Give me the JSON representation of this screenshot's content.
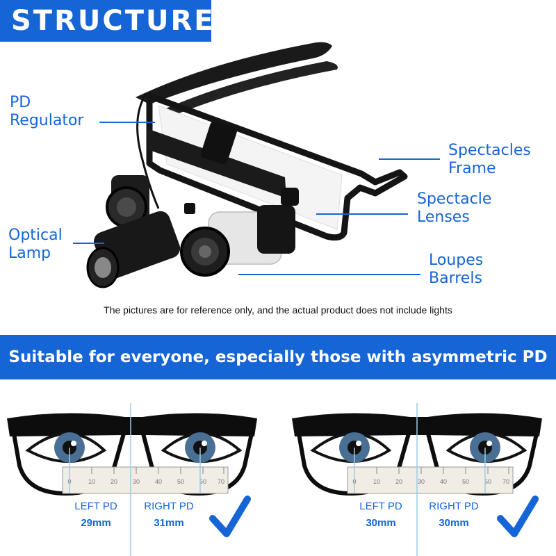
{
  "header": {
    "title": "STRUCTURE"
  },
  "callouts": {
    "pd_regulator": "PD\nRegulator",
    "optical_lamp": "Optical\nLamp",
    "spectacles_frame": "Spectacles\nFrame",
    "spectacle_lenses": "Spectacle\nLenses",
    "loupes_barrels": "Loupes\nBarrels"
  },
  "disclaimer": "The pictures are for reference only, and the actual product does not include lights",
  "banner": "Suitable for everyone, especially those with asymmetric PD",
  "ruler_ticks": [
    "0",
    "10",
    "20",
    "30",
    "40",
    "50",
    "60",
    "70"
  ],
  "comparisons": [
    {
      "left_label": "LEFT PD",
      "left_value": "29mm",
      "right_label": "RIGHT PD",
      "right_value": "31mm"
    },
    {
      "left_label": "LEFT PD",
      "left_value": "30mm",
      "right_label": "RIGHT PD",
      "right_value": "30mm"
    }
  ],
  "colors": {
    "accent": "#1565d6",
    "frame": "#0d0d0d",
    "iris": "#4a6f95",
    "check": "#1565d6"
  },
  "icons": [
    "loupes-product-image",
    "glasses-illustration",
    "eye-icon",
    "ruler",
    "checkmark-icon"
  ]
}
